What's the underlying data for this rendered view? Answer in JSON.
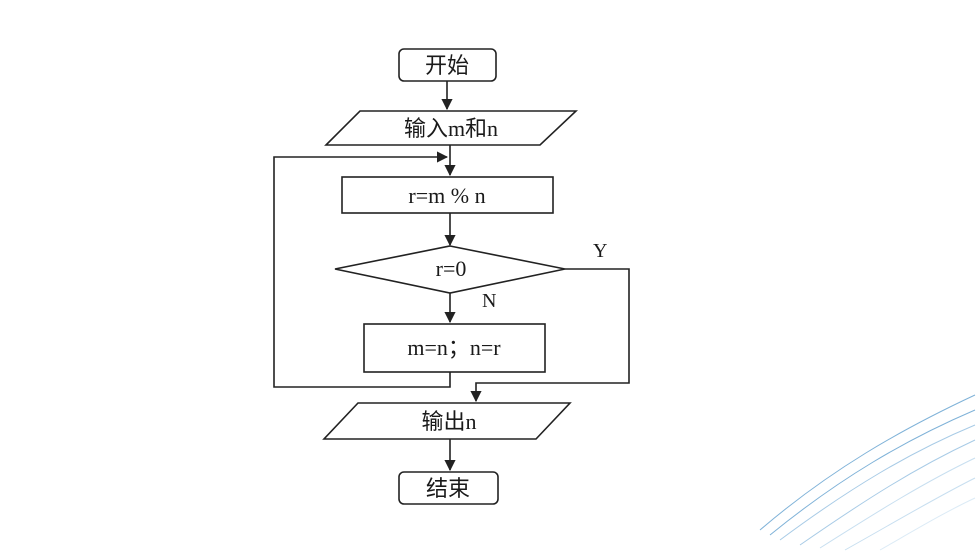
{
  "flowchart": {
    "start": "开始",
    "input": "输入m和n",
    "compute": "r=m % n",
    "condition": "r=0",
    "yes_label": "Y",
    "no_label": "N",
    "swap": "m=n；n=r",
    "output": "输出n",
    "end": "结束"
  },
  "colors": {
    "stroke": "#222222",
    "decoration": "#7fb2d8"
  }
}
